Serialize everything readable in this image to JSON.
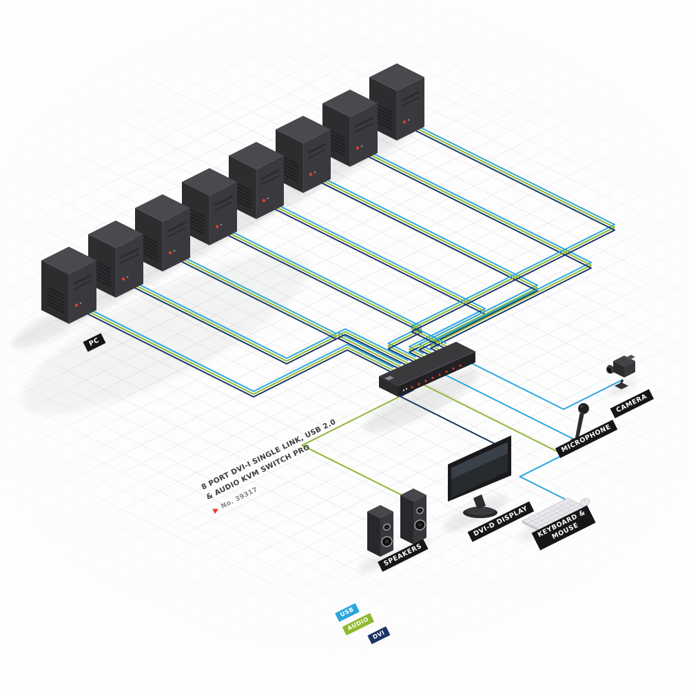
{
  "diagram": {
    "title_line1": "8 PORT DVI-I SINGLE LINK, USB 2.0",
    "title_line2": "& AUDIO KVM SWITCH PRO",
    "product_no": "No. 39317",
    "labels": {
      "pc": "PC",
      "camera": "CAMERA",
      "microphone": "MICROPHONE",
      "keyboard_line1": "KEYBOARD &",
      "keyboard_line2": "MOUSE",
      "display": "DVI-D DISPLAY",
      "speakers": "SPEAKERS"
    },
    "legend": [
      {
        "label": "USB",
        "color": "#2CA6DE"
      },
      {
        "label": "AUDIO",
        "color": "#8FB92C"
      },
      {
        "label": "DVI",
        "color": "#1C3566"
      }
    ],
    "pc_count": 8
  }
}
